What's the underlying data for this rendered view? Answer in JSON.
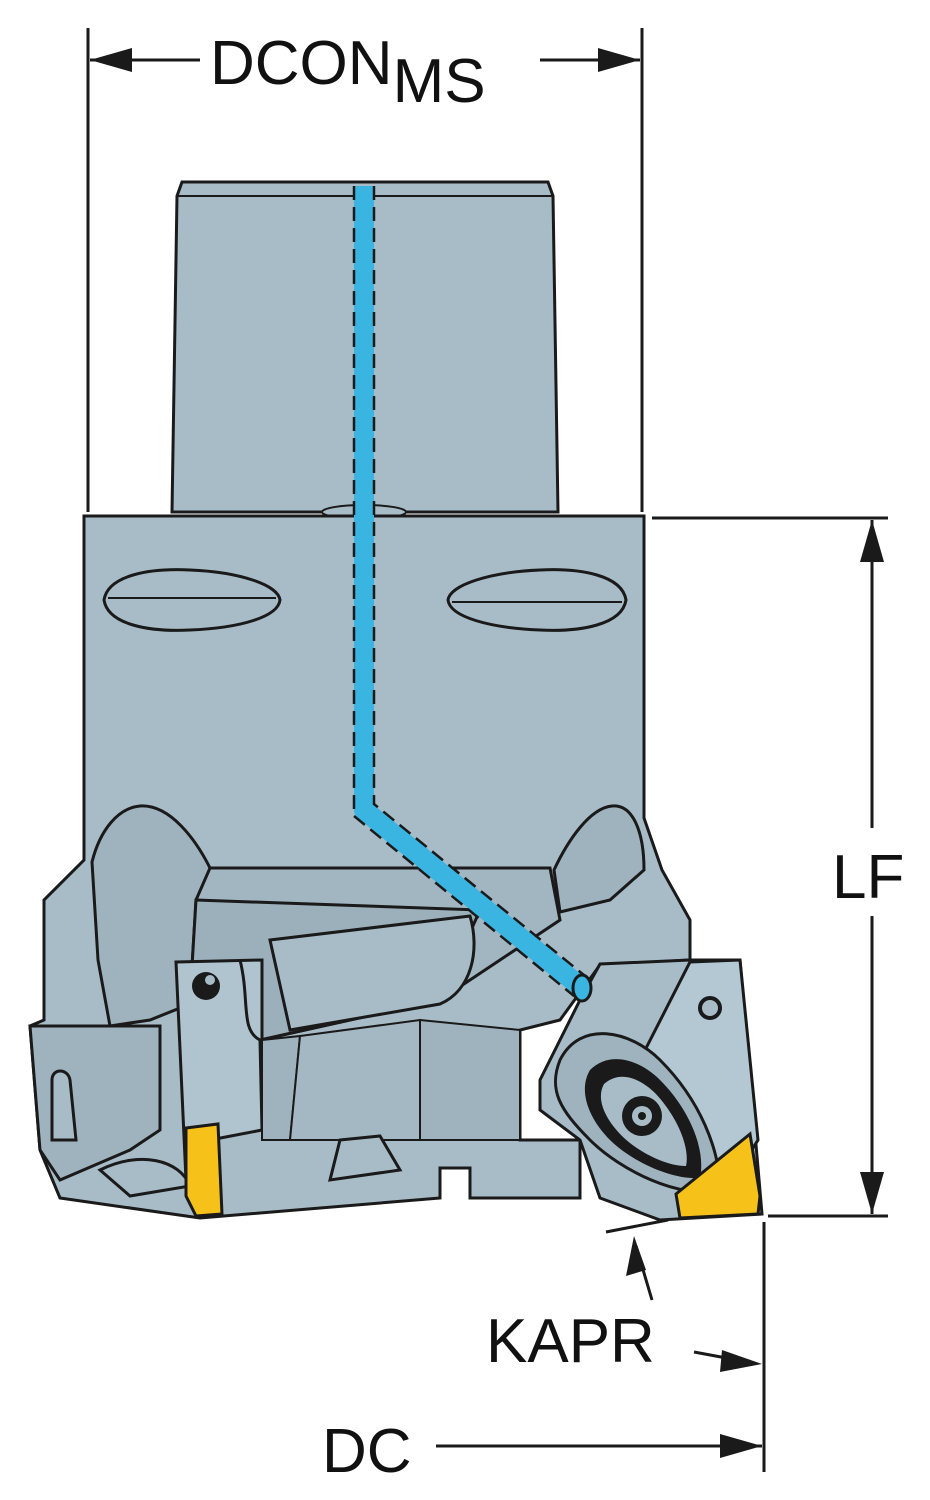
{
  "diagram": {
    "colors": {
      "body": "#a8bcc8",
      "outline": "#1a1a1a",
      "coolant": "#3ab4e0",
      "insert": "#f6c21a",
      "background": "#ffffff"
    },
    "labels": {
      "dcon_main": "DCON",
      "dcon_sub": "MS",
      "lf": "LF",
      "kapr": "KAPR",
      "dc": "DC"
    }
  }
}
